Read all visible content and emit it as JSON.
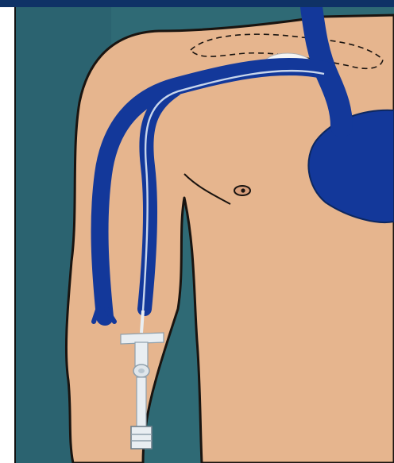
{
  "colors": {
    "background": "#2f6a75",
    "skin": "#e6b58e",
    "outline": "#1a1410",
    "vein": "#13389a",
    "vein_highlight": "#c8d6ec",
    "catheter": "#e9eef2",
    "top_band": "#0f3266"
  },
  "parts": [
    "arm",
    "torso",
    "heart",
    "basilic-vein",
    "subclavian-vein",
    "vena-cava",
    "clavicle",
    "catheter-line",
    "catheter-hub",
    "clamp",
    "connector",
    "nipple"
  ]
}
